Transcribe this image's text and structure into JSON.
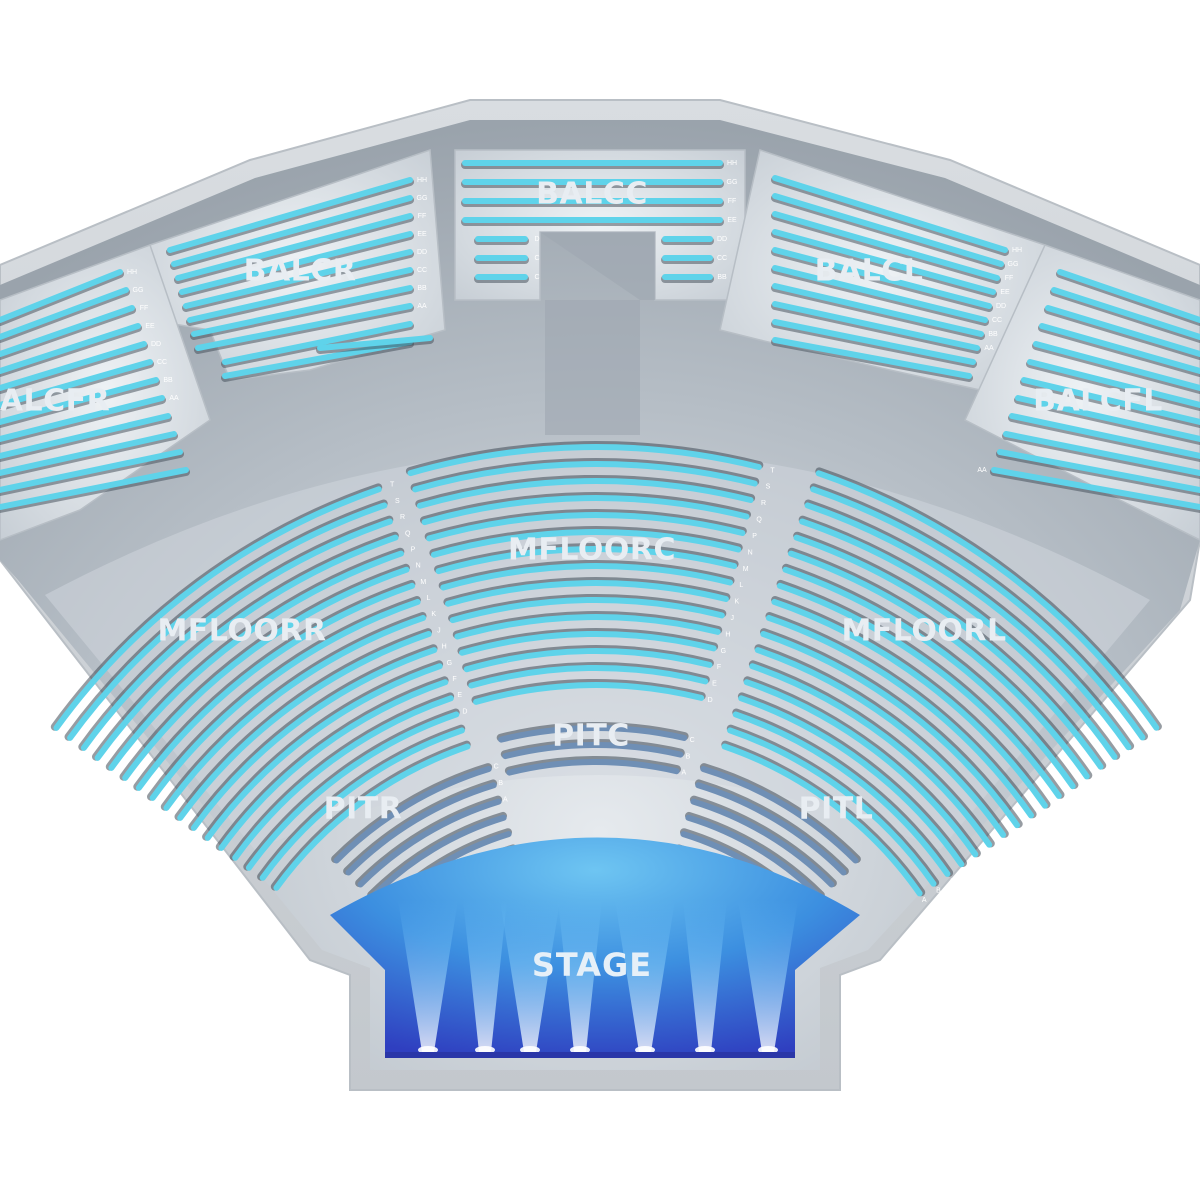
{
  "stage": {
    "label": "STAGE"
  },
  "colors": {
    "row_seat": "#5fd3ea",
    "row_shadow": "#3f4a55",
    "pit_seat": "#6f8fb5",
    "floor": "#a9b3bd",
    "outer_wall": "#cdd2d7",
    "stage_glow": "#3aa7e6",
    "stage_deep": "#3340c4"
  },
  "sections": [
    {
      "name": "PITR",
      "label": "PITR",
      "rows": [
        "A",
        "B",
        "C"
      ]
    },
    {
      "name": "PITC",
      "label": "PITC",
      "rows": [
        "A",
        "B",
        "C"
      ]
    },
    {
      "name": "PITL",
      "label": "PITL",
      "rows": [
        "A",
        "B",
        "C",
        "D",
        "E",
        "F",
        "G",
        "H",
        "J",
        "K",
        "L",
        "M",
        "N",
        "P",
        "Q",
        "R",
        "S",
        "T"
      ]
    },
    {
      "name": "MFLOORR",
      "label": "MFLOORR",
      "rows": [
        "D",
        "E",
        "F",
        "G",
        "H",
        "J",
        "K",
        "L",
        "M",
        "N",
        "P",
        "Q",
        "R",
        "S",
        "T"
      ]
    },
    {
      "name": "MFLOORC",
      "label": "MFLOORC",
      "rows": [
        "D",
        "E",
        "F",
        "G",
        "H",
        "J",
        "K",
        "L",
        "M",
        "N",
        "P",
        "Q",
        "R",
        "S",
        "T"
      ]
    },
    {
      "name": "MFLOORL",
      "label": "MFLOORL",
      "rows": []
    },
    {
      "name": "BALCFR",
      "label": "ALCFR",
      "rows": [
        "AA",
        "BB",
        "CC",
        "DD",
        "EE",
        "FF",
        "GG",
        "HH"
      ]
    },
    {
      "name": "BALCR",
      "label": "BALCR",
      "rows": [
        "AA",
        "BB",
        "CC",
        "DD",
        "EE",
        "FF",
        "GG",
        "HH"
      ]
    },
    {
      "name": "BALCC",
      "label": "BALCC",
      "rows": [
        "BB",
        "CC",
        "DD",
        "EE",
        "FF",
        "GG",
        "HH"
      ],
      "low_rows": [
        "D",
        "C",
        "C"
      ]
    },
    {
      "name": "BALCL",
      "label": "BALCL",
      "rows": [
        "AA",
        "BB",
        "CC",
        "DD",
        "EE",
        "FF",
        "GG",
        "HH"
      ]
    },
    {
      "name": "BALCFL",
      "label": "BALCFL",
      "rows": [
        "AA"
      ]
    }
  ]
}
